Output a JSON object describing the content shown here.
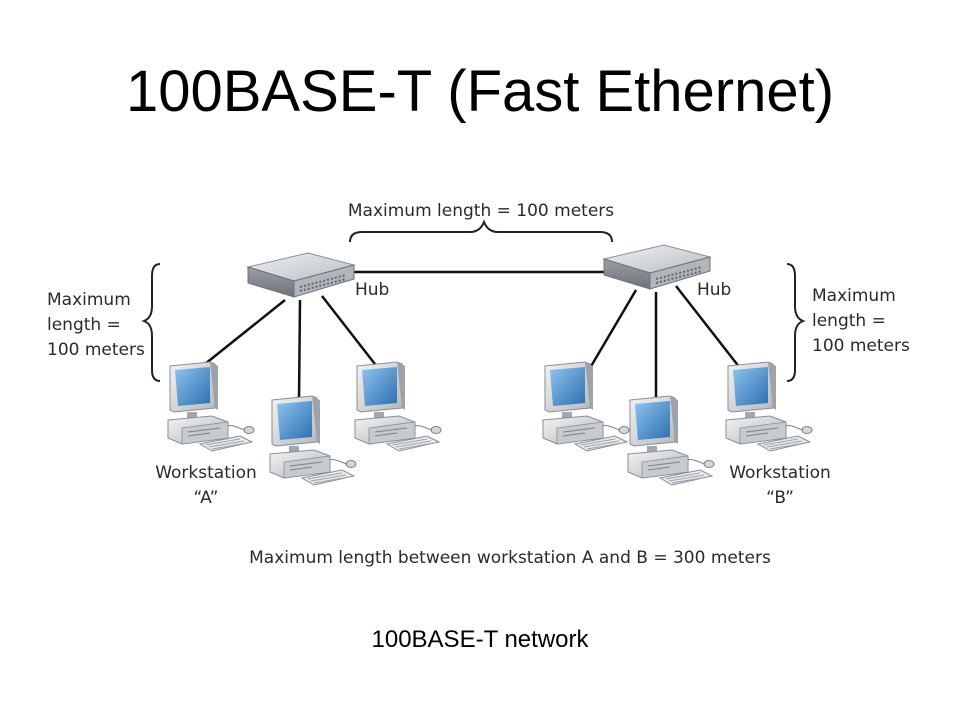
{
  "title": "100BASE-T (Fast Ethernet)",
  "caption": "100BASE-T network",
  "diagram": {
    "top_label": "Maximum length = 100 meters",
    "hub_left_label": "Hub",
    "hub_right_label": "Hub",
    "left_length": [
      "Maximum",
      "length =",
      "100 meters"
    ],
    "right_length": [
      "Maximum",
      "length =",
      "100 meters"
    ],
    "workstation_a": [
      "Workstation",
      "“A”"
    ],
    "workstation_b": [
      "Workstation",
      "“B”"
    ],
    "bottom_label": "Maximum length between workstation A and B = 300 meters"
  }
}
